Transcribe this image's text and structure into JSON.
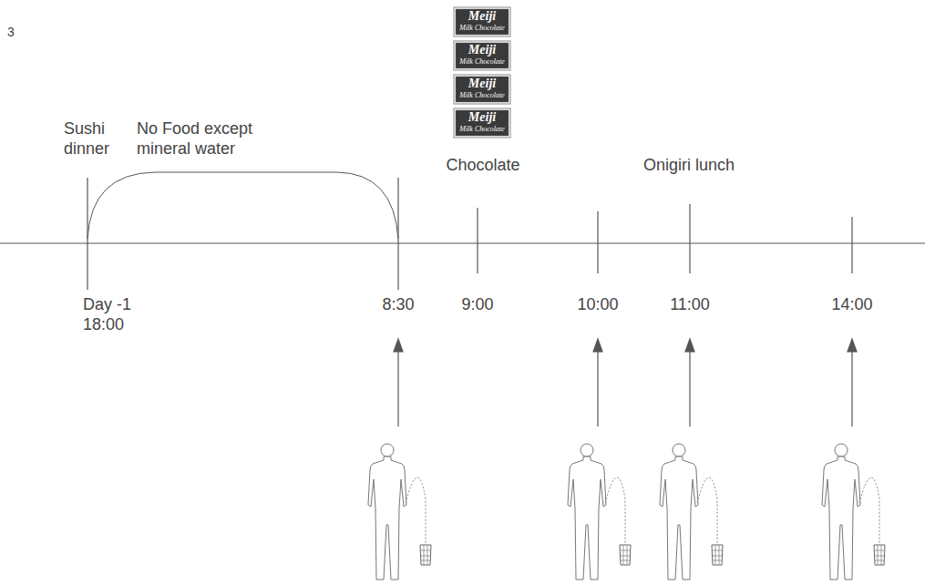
{
  "diagram": {
    "labels": [
      "3",
      "Sushi dinner",
      "No Food except mineral water",
      "Chocolate",
      "Onigiri lunch",
      "Day -1 18:00",
      "8:30",
      "9:00",
      "10:00",
      "11:00",
      "14:00",
      "Meiji",
      "Milk Chocolate",
      "Meiji",
      "Milk Chocolate",
      "Meiji",
      "Milk Chocolate",
      "Meiji",
      "Milk Chocolate"
    ]
  }
}
